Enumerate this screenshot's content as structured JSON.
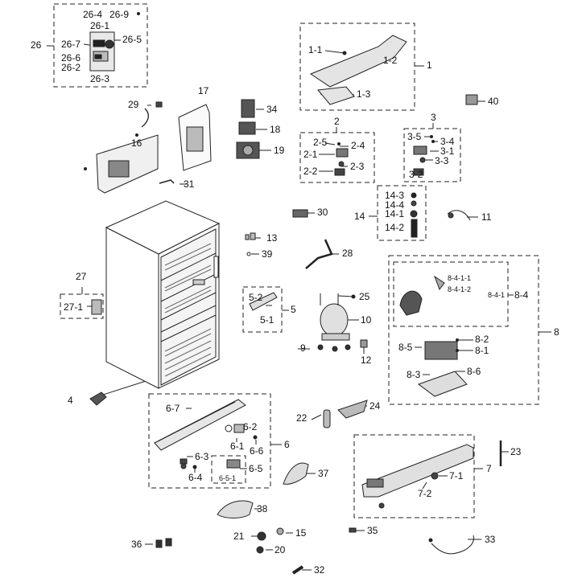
{
  "diagram": {
    "callouts": {
      "c1": "1",
      "c1_1": "1-1",
      "c1_2": "1-2",
      "c1_3": "1-3",
      "c2": "2",
      "c2_1": "2-1",
      "c2_2": "2-2",
      "c2_3": "2-3",
      "c2_4": "2-4",
      "c2_5": "2-5",
      "c3": "3",
      "c3_1": "3-1",
      "c3_2": "3-2",
      "c3_3": "3-3",
      "c3_4": "3-4",
      "c3_5": "3-5",
      "c4": "4",
      "c5": "5",
      "c5_1": "5-1",
      "c5_2": "5-2",
      "c6": "6",
      "c6_1": "6-1",
      "c6_2": "6-2",
      "c6_3": "6-3",
      "c6_4": "6-4",
      "c6_5": "6-5",
      "c6_5_1": "6-5-1",
      "c6_6": "6-6",
      "c6_7": "6-7",
      "c7": "7",
      "c7_1": "7-1",
      "c7_2": "7-2",
      "c8": "8",
      "c8_1": "8-1",
      "c8_2": "8-2",
      "c8_3": "8-3",
      "c8_4": "8-4",
      "c8_4_1": "8-4-1",
      "c8_4_1_1": "8-4-1-1",
      "c8_4_1_2": "8-4-1-2",
      "c8_5": "8-5",
      "c8_6": "8-6",
      "c9": "9",
      "c10": "10",
      "c11": "11",
      "c12": "12",
      "c13": "13",
      "c14": "14",
      "c14_1": "14-1",
      "c14_2": "14-2",
      "c14_3": "14-3",
      "c14_4": "14-4",
      "c15": "15",
      "c16": "16",
      "c17": "17",
      "c18": "18",
      "c19": "19",
      "c20": "20",
      "c21": "21",
      "c22": "22",
      "c23": "23",
      "c24": "24",
      "c25": "25",
      "c26": "26",
      "c26_1": "26-1",
      "c26_2": "26-2",
      "c26_3": "26-3",
      "c26_4": "26-4",
      "c26_5": "26-5",
      "c26_6": "26-6",
      "c26_7": "26-7",
      "c26_9": "26-9",
      "c27": "27",
      "c27_1": "27-1",
      "c28": "28",
      "c29": "29",
      "c30": "30",
      "c31": "31",
      "c32": "32",
      "c33": "33",
      "c34": "34",
      "c35": "35",
      "c36": "36",
      "c37": "37",
      "c38": "38",
      "c39": "39",
      "c40": "40"
    },
    "colors": {
      "line": "#222222",
      "part_fill": "#cfcfcf",
      "part_dark": "#333333",
      "background": "#ffffff"
    }
  }
}
